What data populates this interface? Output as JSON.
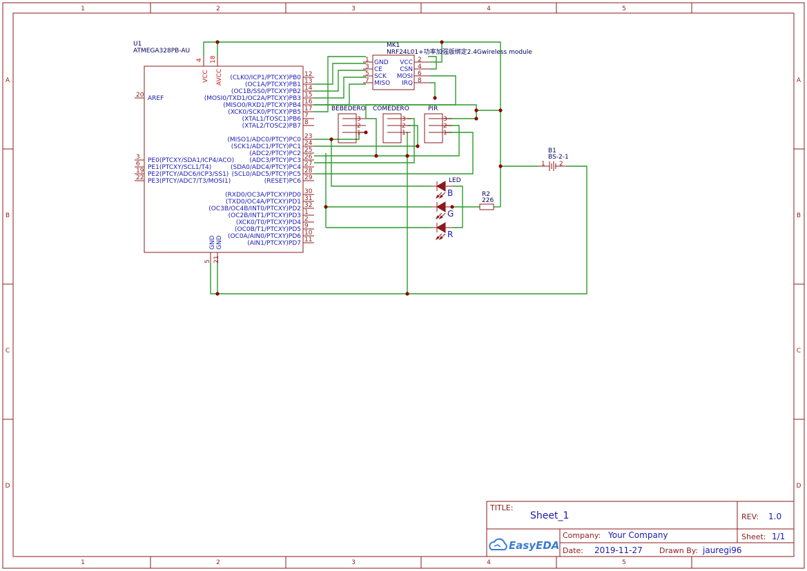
{
  "ruler": {
    "columns": [
      "1",
      "2",
      "3",
      "4",
      "5"
    ],
    "rows": [
      "A",
      "B",
      "C",
      "D"
    ]
  },
  "mcu": {
    "ref": "U1",
    "part": "ATMEGA328PB-AU",
    "power_pins": [
      {
        "num": "4",
        "name": "VCC"
      },
      {
        "num": "18",
        "name": "AVCC"
      }
    ],
    "gnd_pins": [
      {
        "num": "5",
        "name": "GND"
      },
      {
        "num": "21",
        "name": "GND"
      }
    ],
    "left_pins": [
      {
        "num": "20",
        "name": "AREF"
      },
      {
        "num": "3",
        "name": "PE0(PTCXY/SDA1/ICP4/ACO)"
      },
      {
        "num": "6",
        "name": "PE1(PTCXY/SCL1/T4)"
      },
      {
        "num": "19",
        "name": "PE2(PTCY/ADC6/ICP3/SS1)"
      },
      {
        "num": "22",
        "name": "PE3(PTCY/ADC7/T3/MOSI1)"
      }
    ],
    "right_pins": [
      {
        "num": "12",
        "name": "(CLKO/ICP1/PTCXY)PB0"
      },
      {
        "num": "13",
        "name": "(OC1A/PTCXY)PB1"
      },
      {
        "num": "14",
        "name": "(OC1B/SS0/PTCXY)PB2"
      },
      {
        "num": "15",
        "name": "(MOSI0/TXD1/OC2A/PTCXY)PB3"
      },
      {
        "num": "16",
        "name": "(MISO0/RXD1/PTCXY)PB4"
      },
      {
        "num": "17",
        "name": "(XCK0/SCK0/PTCXY)PB5"
      },
      {
        "num": "7",
        "name": "(XTAL1/TOSC1)PB6"
      },
      {
        "num": "8",
        "name": "(XTAL2/TOSC2)PB7"
      },
      {
        "num": "23",
        "name": "(MISO1/ADC0/PTCY)PC0"
      },
      {
        "num": "24",
        "name": "(SCK1/ADC1/PTCY)PC1"
      },
      {
        "num": "25",
        "name": "(ADC2/PTCY)PC2"
      },
      {
        "num": "26",
        "name": "(ADC3/PTCY)PC3"
      },
      {
        "num": "27",
        "name": "(SDA0/ADC4/PTCY)PC4"
      },
      {
        "num": "28",
        "name": "(SCL0/ADC5/PTCY)PC5"
      },
      {
        "num": "29",
        "name": "(RESET)PC6"
      },
      {
        "num": "30",
        "name": "(RXD0/OC3A/PTCXY)PD0"
      },
      {
        "num": "31",
        "name": "(TXD0/OC4A/PTCXY)PD1"
      },
      {
        "num": "32",
        "name": "(OC3B/OC4B/INT0/PTCXY)PD2"
      },
      {
        "num": "1",
        "name": "(OC2B/INT1/PTCXY)PD3"
      },
      {
        "num": "2",
        "name": "(XCK0/T0/PTCXY)PD4"
      },
      {
        "num": "9",
        "name": "(OC0B/T1/PTCXY)PD5"
      },
      {
        "num": "10",
        "name": "(OC0A/AIN0/PTCXY)PD6"
      },
      {
        "num": "11",
        "name": "(AIN1/PTCXY)PD7"
      }
    ]
  },
  "radio": {
    "ref": "MK1",
    "part": "NRF24L01+功率加强版绑定2.4Gwireless module",
    "left_pins": [
      {
        "num": "1",
        "name": "GND"
      },
      {
        "num": "3",
        "name": "CE"
      },
      {
        "num": "5",
        "name": "SCK"
      },
      {
        "num": "7",
        "name": "MISO"
      }
    ],
    "right_pins": [
      {
        "num": "2",
        "name": "VCC"
      },
      {
        "num": "4",
        "name": "CSN"
      },
      {
        "num": "6",
        "name": "MOSI"
      },
      {
        "num": "8",
        "name": "IRQ"
      }
    ]
  },
  "connectors": [
    {
      "name": "BEBEDERO",
      "pins": [
        "3",
        "2",
        "1"
      ]
    },
    {
      "name": "COMEDERO",
      "pins": [
        "3",
        "2",
        "1"
      ]
    },
    {
      "name": "PIR",
      "pins": [
        "3",
        "2",
        "1"
      ]
    }
  ],
  "led": {
    "ref": "LED",
    "channels": [
      "B",
      "G",
      "R"
    ]
  },
  "resistor": {
    "ref": "R2",
    "value": "226"
  },
  "battery": {
    "ref": "B1",
    "part": "BS-2-1",
    "pin1": "1",
    "pin2": "2"
  },
  "title_block": {
    "title_label": "TITLE:",
    "title": "Sheet_1",
    "rev_label": "REV:",
    "rev": "1.0",
    "company_label": "Company:",
    "company": "Your Company",
    "sheet_label": "Sheet:",
    "sheet": "1/1",
    "date_label": "Date:",
    "date": "2019-11-27",
    "drawn_label": "Drawn By:",
    "drawn": "jauregi96",
    "logo": "EasyEDA",
    "logo_icon": "cloud-icon"
  }
}
